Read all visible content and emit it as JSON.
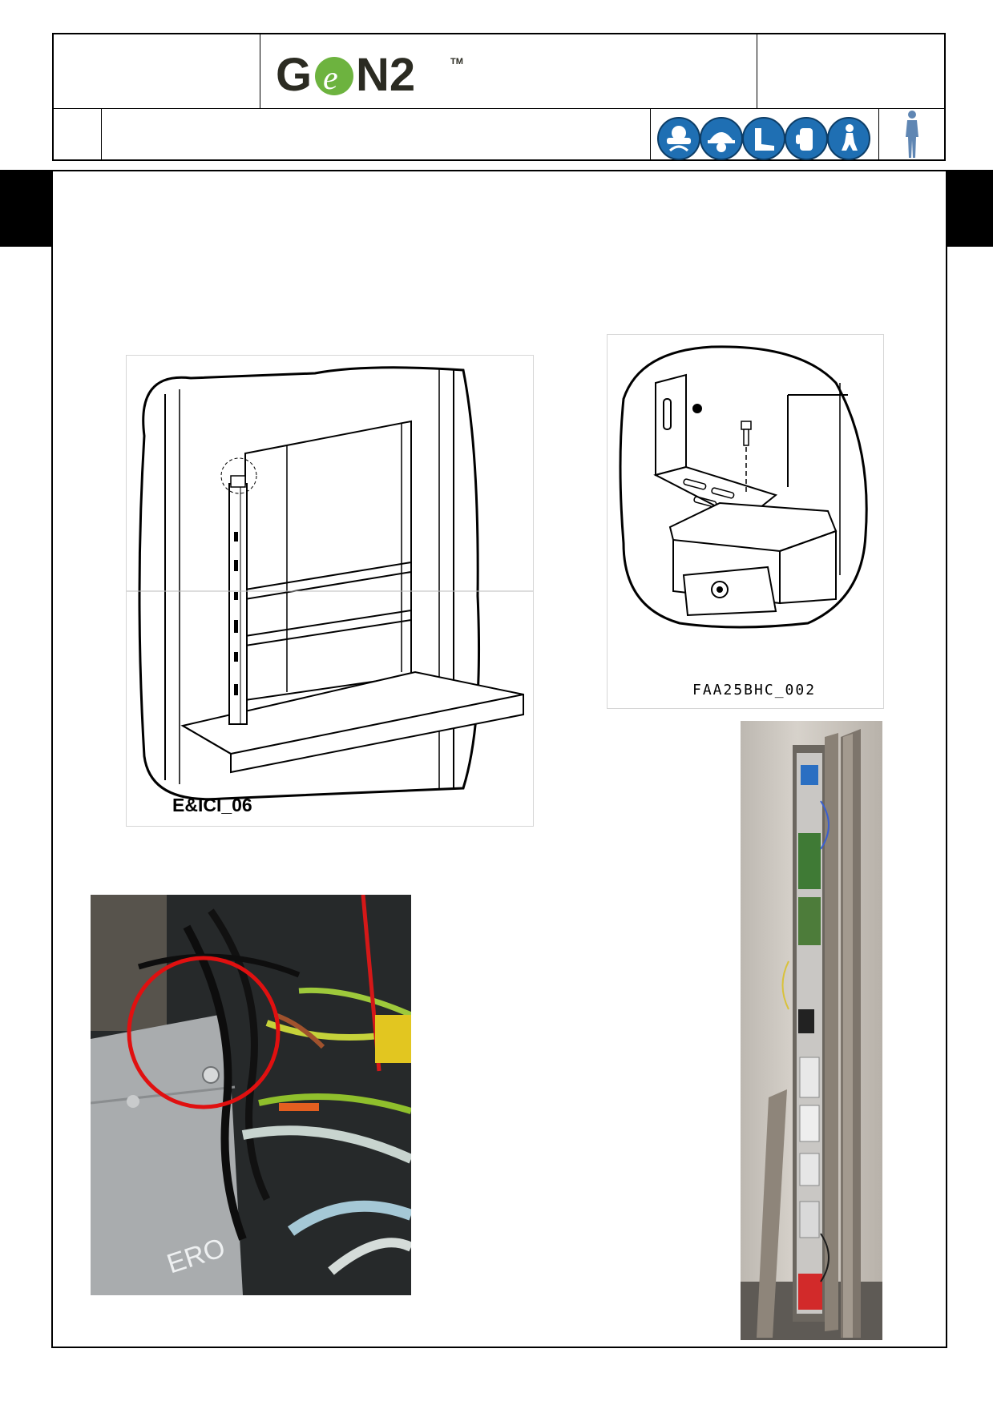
{
  "header": {
    "logo_text": "GeN2",
    "logo_tm": "TM",
    "ppe_icons": [
      "safety-glasses-icon",
      "hard-hat-icon",
      "safety-boots-icon",
      "gloves-icon",
      "harness-icon"
    ],
    "person_icon": "person-icon"
  },
  "figures": {
    "drawing1_caption": "E&ICI_06",
    "drawing2_caption": "FAA25BHC_002",
    "photo_label": "ERO"
  },
  "colors": {
    "frame": "#000000",
    "logo_green": "#6db33f",
    "logo_dark": "#2b2b22",
    "ppe_blue": "#1f6fb3",
    "highlight_red": "#e01010"
  }
}
